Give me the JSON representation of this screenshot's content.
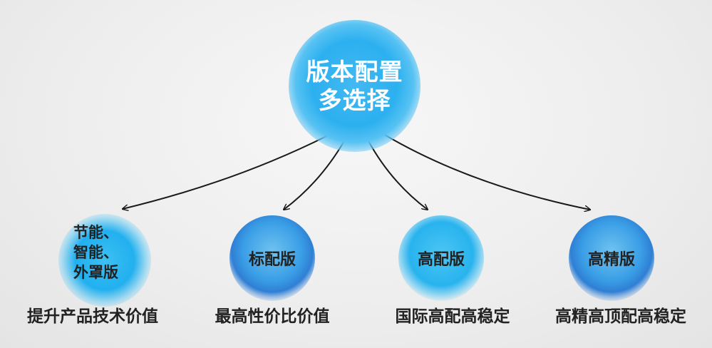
{
  "center": {
    "line1": "版本配置",
    "line2": "多选择"
  },
  "branches": [
    {
      "bubble_lines": [
        "节能、",
        "智能、",
        "外罩版"
      ],
      "caption": "提升产品技术价值"
    },
    {
      "bubble": "标配版",
      "caption": "最高性价比价值"
    },
    {
      "bubble": "高配版",
      "caption": "国际高配高稳定"
    },
    {
      "bubble": "高精版",
      "caption": "高精高顶配高稳定"
    }
  ],
  "colors": {
    "accent_cyan": "#2cb0ef",
    "accent_blue": "#2f7fd4",
    "text": "#222222",
    "arrow": "#1a1a1a"
  }
}
